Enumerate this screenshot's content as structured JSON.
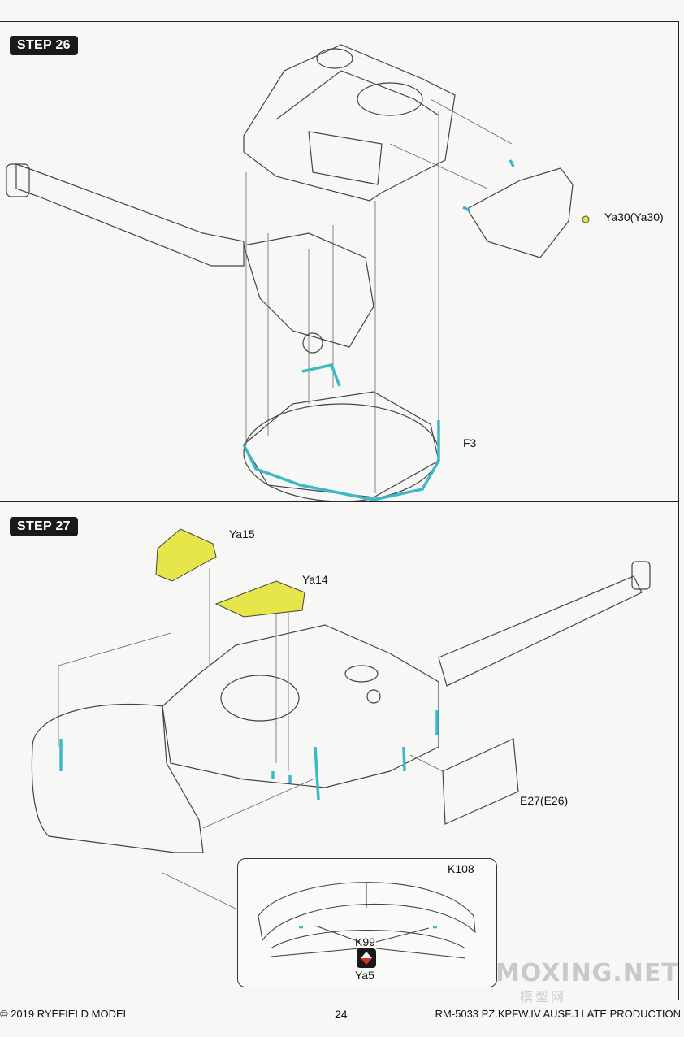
{
  "steps": [
    {
      "label": "STEP 26",
      "parts": [
        "Ya30(Ya30)",
        "F3"
      ]
    },
    {
      "label": "STEP 27",
      "parts": [
        "Ya15",
        "Ya14",
        "E27(E26)"
      ],
      "detail_inset": {
        "parts": [
          "K108",
          "K99",
          "Ya5"
        ]
      }
    }
  ],
  "footer": {
    "copyright": "© 2019 RYEFIELD MODEL",
    "page_number": "24",
    "product": "RM-5033 PZ.KPFW.IV AUSF.J LATE PRODUCTION"
  },
  "watermark": {
    "main": "MOXING.NET",
    "sub": "模型网"
  },
  "colors": {
    "photo_etch_part": "#e6e64a",
    "highlight_part": "#3fb8c6",
    "line_art": "#444444",
    "arrow_marker": "#d9332b"
  }
}
